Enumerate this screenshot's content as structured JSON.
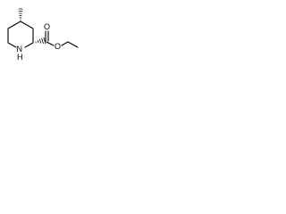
{
  "structure": {
    "atoms": {
      "n": "N",
      "nh": "H",
      "o_carbonyl": "O",
      "o_ester": "O"
    },
    "colors": {
      "bond": "#000000",
      "label": "#000000",
      "background": "#ffffff"
    }
  }
}
